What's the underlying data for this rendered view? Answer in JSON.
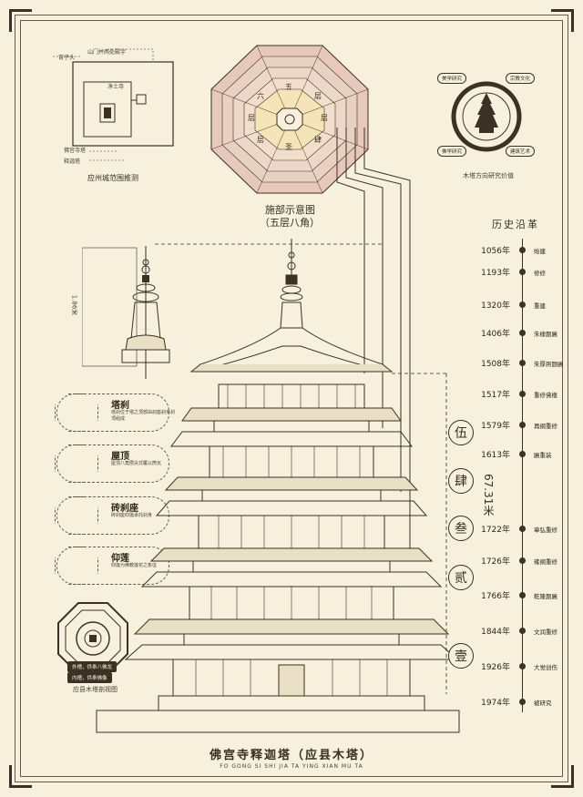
{
  "header": {
    "plan_title": "施部示意图",
    "plan_subtitle": "（五层八角）",
    "history_title": "历史沿革",
    "height_label": "67.31米",
    "finial_height": "1.86米"
  },
  "octagon_labels": [
    "五",
    "层",
    "六",
    "层",
    "圣",
    "肆",
    "层",
    "层"
  ],
  "left_diagram": {
    "caption": "应州城范围推测",
    "labels": [
      "宵子头",
      "山门并两处殿宇",
      "净土寺",
      "佛宫寺塔",
      "释迦塔"
    ]
  },
  "circle_diagram": {
    "caption": "木塔方向研究价值",
    "labels": [
      "美学研究",
      "宗教文化",
      "佛学研究",
      "建筑艺术"
    ]
  },
  "parts": [
    {
      "title": "塔刹",
      "desc": "塔刹位于塔之顶部由刹座刹身刹顶组成"
    },
    {
      "title": "屋顶",
      "desc": "屋顶八角攒尖式覆以筒瓦"
    },
    {
      "title": "砖刹座",
      "desc": "砖刹座仰莲承托刹身"
    },
    {
      "title": "仰莲",
      "desc": "仰莲为佛教莲花之象征"
    }
  ],
  "floor_plan": {
    "caption": "应县木塔剖视图",
    "labels": [
      "外槽，供奉八佛龙",
      "内槽，供奉佛像"
    ]
  },
  "floor_badges": [
    "伍",
    "肆",
    "叁",
    "贰",
    "壹"
  ],
  "timeline": [
    {
      "year": "1056年",
      "event": "始建"
    },
    {
      "year": "1193年",
      "event": "修修"
    },
    {
      "year": "1320年",
      "event": "重建"
    },
    {
      "year": "1406年",
      "event": "朱棣题匾"
    },
    {
      "year": "1508年",
      "event": "朱厚照题匾"
    },
    {
      "year": "1517年",
      "event": "重修佛楼"
    },
    {
      "year": "1579年",
      "event": "再纲重修"
    },
    {
      "year": "1613年",
      "event": "匾重装"
    },
    {
      "year": "1722年",
      "event": "章弘重修"
    },
    {
      "year": "1726年",
      "event": "雍纲重修"
    },
    {
      "year": "1766年",
      "event": "乾隆题匾"
    },
    {
      "year": "1844年",
      "event": "文润重修"
    },
    {
      "year": "1926年",
      "event": "大觉创伤"
    },
    {
      "year": "1974年",
      "event": "被研究"
    }
  ],
  "footer": {
    "title": "佛宫寺释迦塔（应县木塔）",
    "subtitle": "FO GONG SI SHI JIA TA  YING XIAN MU TA"
  },
  "colors": {
    "background": "#f6f0dc",
    "ink": "#3d3024",
    "octagon_fill": "#e6c9ba"
  }
}
